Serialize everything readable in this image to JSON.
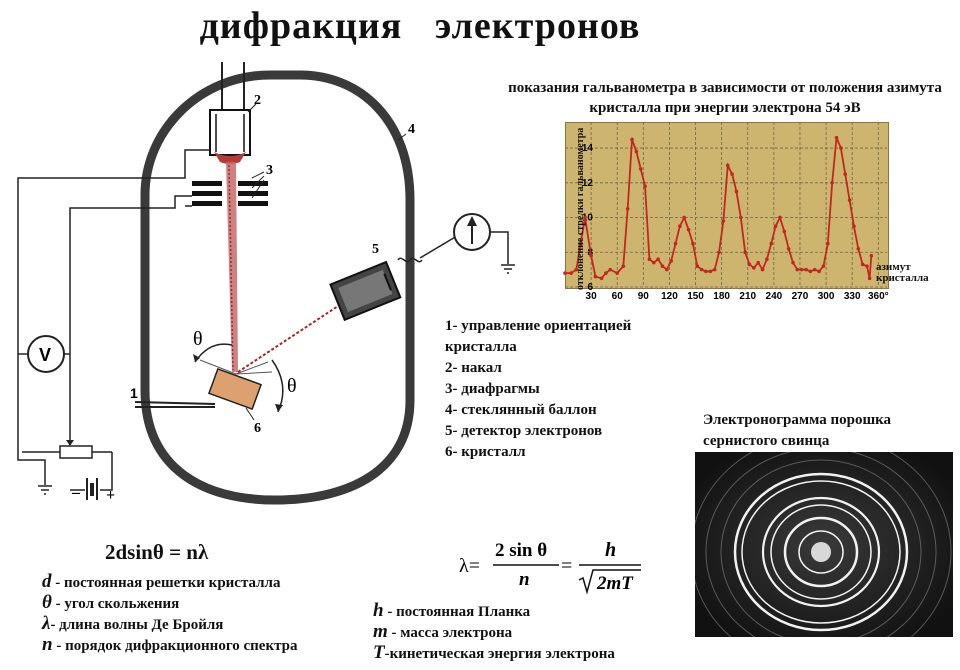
{
  "title": "дифракция   электронов",
  "diagram": {
    "numbers": [
      "1",
      "2",
      "3",
      "4",
      "5",
      "6"
    ],
    "voltmeter": "V",
    "battery_minus": "–",
    "battery_plus": "+",
    "theta": "θ"
  },
  "chart_data": {
    "type": "line",
    "title": "показания гальванометра в зависимости от положения азимута кристалла при энергии электрона 54 эВ",
    "xlabel": "азимут кристалла",
    "ylabel": "отклонение стрелки гальванометра",
    "x_ticks": [
      "30",
      "60",
      "90",
      "120",
      "150",
      "180",
      "210",
      "240",
      "270",
      "300",
      "330",
      "360°"
    ],
    "y_ticks": [
      "6",
      "8",
      "10",
      "12",
      "14"
    ],
    "xlim": [
      0,
      370
    ],
    "ylim": [
      6,
      15.5
    ],
    "grid": true,
    "series": [
      {
        "color": "#c0281e",
        "x": [
          0,
          7,
          13,
          18,
          23,
          30,
          35,
          42,
          47,
          52,
          60,
          67,
          72,
          77,
          82,
          87,
          92,
          97,
          102,
          107,
          112,
          117,
          122,
          127,
          132,
          137,
          142,
          147,
          152,
          157,
          162,
          167,
          172,
          177,
          182,
          187,
          192,
          197,
          202,
          207,
          212,
          217,
          222,
          227,
          232,
          237,
          242,
          247,
          252,
          257,
          262,
          267,
          272,
          277,
          282,
          287,
          292,
          297,
          302,
          307,
          312,
          317,
          322,
          327,
          332,
          337,
          342,
          347,
          350,
          352
        ],
        "y": [
          6.8,
          6.8,
          7.0,
          8.5,
          10.0,
          7.8,
          6.6,
          6.5,
          6.8,
          7.0,
          6.8,
          7.2,
          10.5,
          14.5,
          13.8,
          12.8,
          11.8,
          7.6,
          7.4,
          7.6,
          7.2,
          7.0,
          7.5,
          8.5,
          9.5,
          10.0,
          9.3,
          8.5,
          7.2,
          7.0,
          6.9,
          6.9,
          7.0,
          8.0,
          9.8,
          13.0,
          12.5,
          11.5,
          10.0,
          8.0,
          7.3,
          7.1,
          7.4,
          7.0,
          7.6,
          8.5,
          9.5,
          10.0,
          9.2,
          8.2,
          7.4,
          7.0,
          7.0,
          7.0,
          6.9,
          7.0,
          6.9,
          7.2,
          8.5,
          12.0,
          14.6,
          14.0,
          12.5,
          11.0,
          9.5,
          8.2,
          7.3,
          7.2,
          6.5,
          7.8
        ]
      }
    ]
  },
  "legend": [
    "1- управление  ориентацией кристалла",
    "2- накал",
    "3- диафрагмы",
    "4- стеклянный баллон",
    "5- детектор электронов",
    "6- кристалл"
  ],
  "photo": {
    "caption": "Электронограмма порошка сернистого свинца"
  },
  "bragg": {
    "formula": "2dsinθ = nλ",
    "defs": [
      {
        "sym": "d",
        "text": " - постоянная решетки кристалла"
      },
      {
        "sym": "θ",
        "text": " - угол скольжения"
      },
      {
        "sym": "λ",
        "text": "- длина волны Де Бройля"
      },
      {
        "sym": "n",
        "text": " - порядок дифракционного спектра"
      }
    ]
  },
  "formula2": {
    "lambda": "λ=",
    "num1": "2 sin θ",
    "den1": "n",
    "eq": "=",
    "num2": "h",
    "den2": "2mT"
  },
  "phys": {
    "defs": [
      {
        "sym": "h",
        "text": " - постоянная Планка"
      },
      {
        "sym": "m",
        "text": " - масса электрона"
      },
      {
        "sym": "T",
        "text": "-кинетическая энергия электрона"
      }
    ]
  }
}
